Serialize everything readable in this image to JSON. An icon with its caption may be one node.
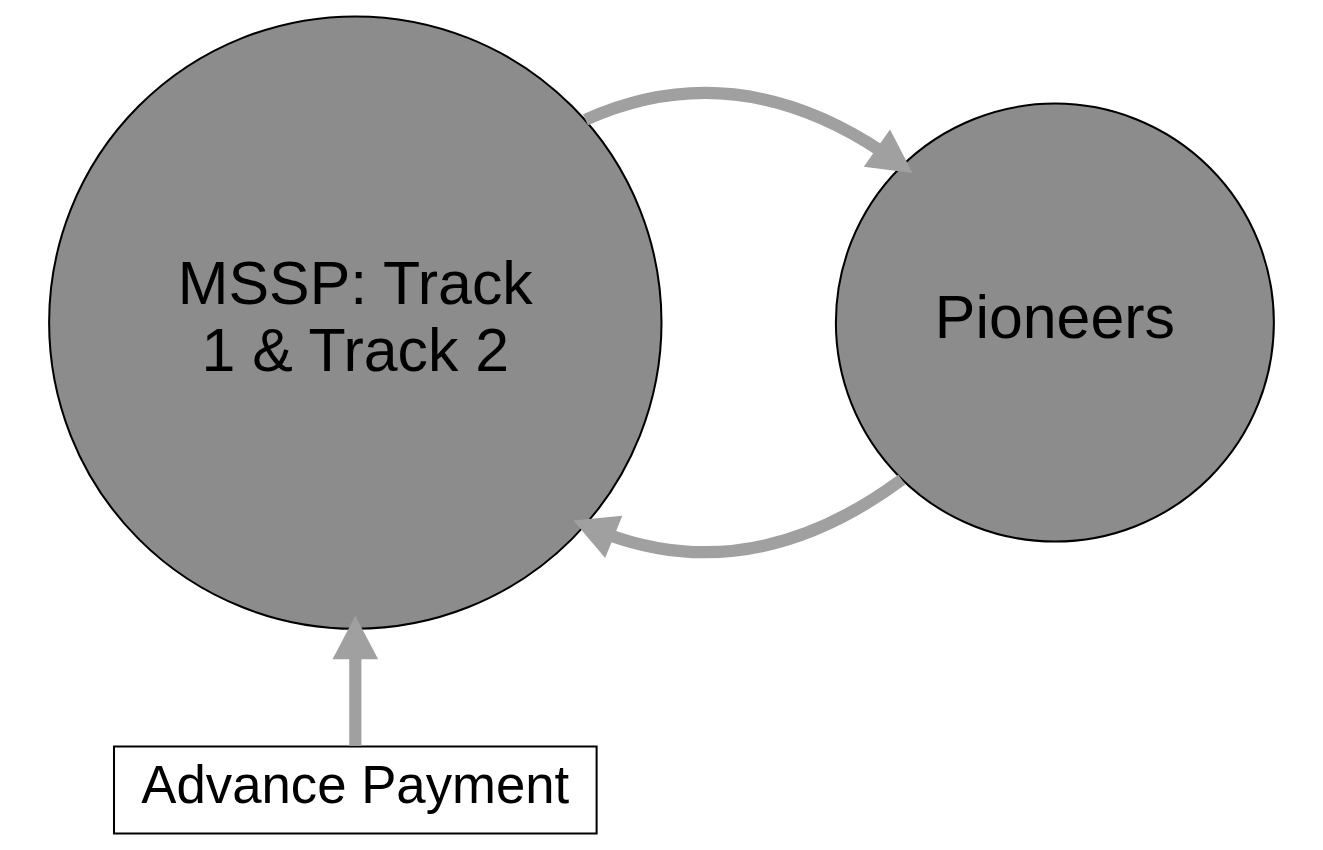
{
  "diagram": {
    "nodes": [
      {
        "text": [
          "MSSP: Track 1 & Track 2"
        ]
      },
      {
        "text": [
          "Pioneers"
        ]
      },
      {
        "text": [
          "Advance Payment"
        ]
      }
    ],
    "edges": [
      {
        "from": 0,
        "to": 1,
        "arrow": "to"
      },
      {
        "from": 1,
        "to": 0,
        "arrow": "to"
      },
      {
        "from": 2,
        "to": 0,
        "arrow": "to"
      }
    ]
  }
}
